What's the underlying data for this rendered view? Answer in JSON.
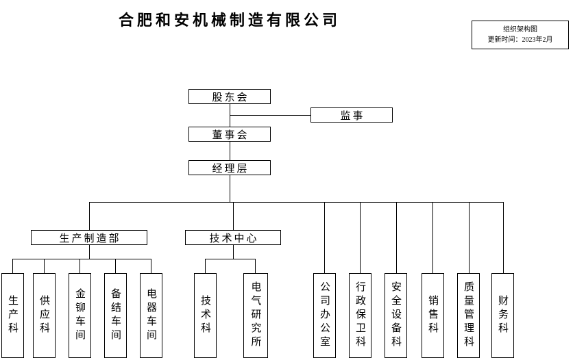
{
  "title": "合肥和安机械制造有限公司",
  "legend": {
    "line1": "组织架构图",
    "line2": "更新时间：2023年2月"
  },
  "nodes": {
    "shareholders": "股东会",
    "supervisor": "监事",
    "board": "董事会",
    "management": "经理层",
    "production_dept": "生产制造部",
    "tech_center": "技术中心"
  },
  "departments": [
    {
      "label": "生产科",
      "parent": "生产制造部"
    },
    {
      "label": "供应科",
      "parent": "生产制造部"
    },
    {
      "label": "金铆车间",
      "parent": "生产制造部"
    },
    {
      "label": "备结车间",
      "parent": "生产制造部"
    },
    {
      "label": "电器车间",
      "parent": "生产制造部"
    },
    {
      "label": "技术科",
      "parent": "技术中心"
    },
    {
      "label": "电气研究所",
      "parent": "技术中心"
    },
    {
      "label": "公司办公室",
      "parent": "经理层"
    },
    {
      "label": "行政保卫科",
      "parent": "经理层"
    },
    {
      "label": "安全设备科",
      "parent": "经理层"
    },
    {
      "label": "销售科",
      "parent": "经理层"
    },
    {
      "label": "质量管理科",
      "parent": "经理层"
    },
    {
      "label": "财务科",
      "parent": "经理层"
    }
  ]
}
